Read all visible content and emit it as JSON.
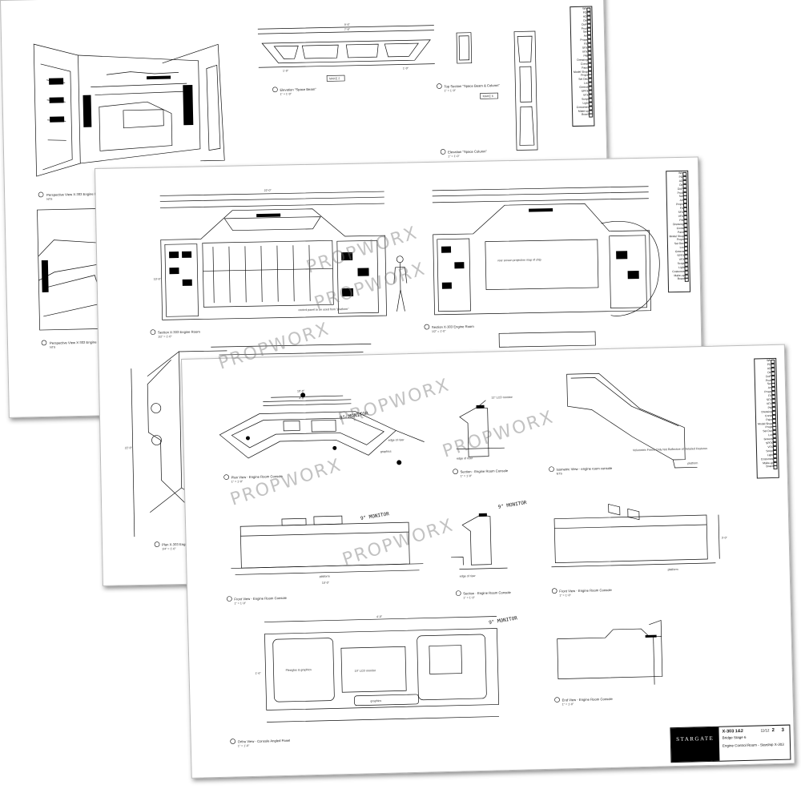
{
  "watermark": "PROPWORX",
  "sheet1": {
    "views": [
      {
        "id": "perspective-1",
        "number": "1",
        "caption": "Perspective View X-303 Engine Room",
        "scale": "NTS"
      },
      {
        "id": "perspective-2",
        "number": "2",
        "caption": "Perspective View X-303 Engine Room",
        "scale": "NTS"
      },
      {
        "id": "space-beam",
        "number": "3",
        "caption": "Elevation \"Space Beam\"",
        "scale": "1\" = 1'-0\""
      },
      {
        "id": "space-beam-section",
        "number": "4",
        "caption": "Top Section \"Space Beam & Column\"",
        "scale": "1\" = 1'-0\""
      },
      {
        "id": "space-column",
        "number": "5",
        "caption": "Elevation \"Space Column\"",
        "scale": "1\" = 1'-0\""
      }
    ],
    "tags": [
      "MAKE 2",
      "MAKE 6"
    ],
    "dims": {
      "beam_overall": "9'-6\"",
      "beam_inner": "7'-6\"",
      "beam_left": "1'-0\"",
      "beam_right": "1'-0\""
    }
  },
  "sheet2": {
    "views": [
      {
        "id": "section-engine-room-1",
        "number": "3",
        "caption": "Section X-303 Engine Room",
        "scale": "1/2\" = 1'-0\""
      },
      {
        "id": "section-engine-room-2",
        "number": "4",
        "caption": "Section X-303 Engine Room",
        "scale": "1/2\" = 1'-0\""
      },
      {
        "id": "plan-engine",
        "number": "5",
        "caption": "Plan X-303 Engine Room",
        "scale": "1/4\" = 1'-0\""
      }
    ],
    "dims": {
      "overall": "22'-0\"",
      "height": "10'-6\"",
      "plan_depth": "22'-0\""
    },
    "notes": [
      "control panel to be used from \"platform\"",
      "rear screen projection map of ship"
    ]
  },
  "sheet3": {
    "views": [
      {
        "id": "plan-console",
        "number": "1",
        "caption": "Plan View - Engine Room Console",
        "scale": "1\" = 1'-0\""
      },
      {
        "id": "section-console-1",
        "number": "2",
        "caption": "Section - Engine Room Console",
        "scale": "1\" = 1'-0\""
      },
      {
        "id": "iso-console",
        "number": "3",
        "caption": "Isometric View - engine room console",
        "scale": "NTS"
      },
      {
        "id": "front-console-1",
        "number": "4",
        "caption": "Front View - Engine Room Console",
        "scale": "1\" = 1'-0\""
      },
      {
        "id": "section-console-2",
        "number": "5",
        "caption": "Section - Engine Room Console",
        "scale": "1\" = 1'-0\""
      },
      {
        "id": "front-console-2",
        "number": "6",
        "caption": "Front View - Engine Room Console",
        "scale": "1\" = 1'-0\""
      },
      {
        "id": "ortho-console",
        "number": "7",
        "caption": "Ortho View - Console Angled Panel",
        "scale": "1\" = 1'-0\""
      },
      {
        "id": "end-console",
        "number": "8",
        "caption": "End View - Engine Room Console",
        "scale": "1\" = 1'-0\""
      }
    ],
    "annotations": {
      "monitor_plan": "9\" MONITOR",
      "monitor_section": "9\" MONITOR",
      "monitor_ortho": "9\" MONITOR",
      "lcd_monitor": "19\" LCD monitor",
      "lcd_monitor_section": "12\" LCD monitor",
      "platform": "platform",
      "edge_of_riser": "edge of riser",
      "graphics": "graphics",
      "plexiglas": "Plexiglas & graphics",
      "iso_note": "Volumetric Forms Only Not Reflective of Detailed Features"
    },
    "dims": {
      "plan_overall": "10'-0\"",
      "plan_center": "4'-0\"",
      "front_overall": "10'-0\"",
      "front_height": "3'-0\"",
      "ortho_width": "4'-0\"",
      "ortho_height": "1'-6\""
    }
  },
  "department_list": [
    "Wh",
    "PD",
    "AD",
    "Dir",
    "DoP",
    "Prod",
    "Set",
    "Art",
    "Props",
    "FX",
    "SFX",
    "VFX",
    "PM",
    "Dressing",
    "Const",
    "Paint",
    "Model Shop",
    "Props",
    "Set Dec",
    "Loc",
    "Greens",
    "SPFX",
    "VFX",
    "Script",
    "Light",
    "Costumes",
    "Make-up",
    "Board"
  ],
  "title_block": {
    "logo": "STARGATE",
    "drawing_no": "X-303 1&2",
    "set_name": "Bridge Stage 6",
    "room": "Engine Control Room - Starship X-303",
    "episode": "11/12",
    "sheet": "2",
    "of": "3"
  }
}
